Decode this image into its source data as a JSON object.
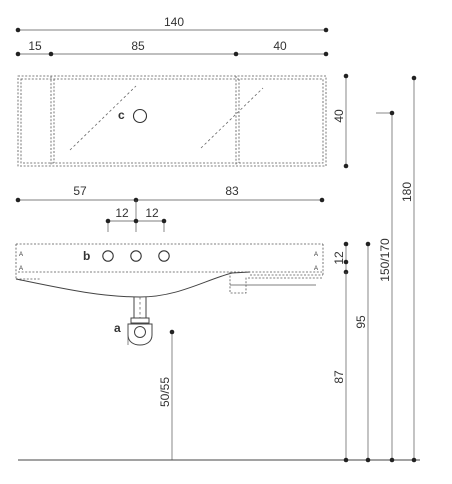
{
  "top_view": {
    "dims": {
      "overall_width": "140",
      "left_segment": "15",
      "middle_segment": "85",
      "right_segment": "40",
      "depth": "40"
    },
    "label_c": "c"
  },
  "front_view": {
    "dims": {
      "left_to_tap": "57",
      "tap_to_right": "83",
      "hole_spacing_left": "12",
      "hole_spacing_right": "12",
      "basin_height": "12",
      "overflow_height": "95",
      "rim_height_total": "180",
      "rim_height_range": "150/170",
      "drain_height": "87",
      "waste_height": "50/55"
    },
    "label_b": "b",
    "label_a": "a"
  }
}
